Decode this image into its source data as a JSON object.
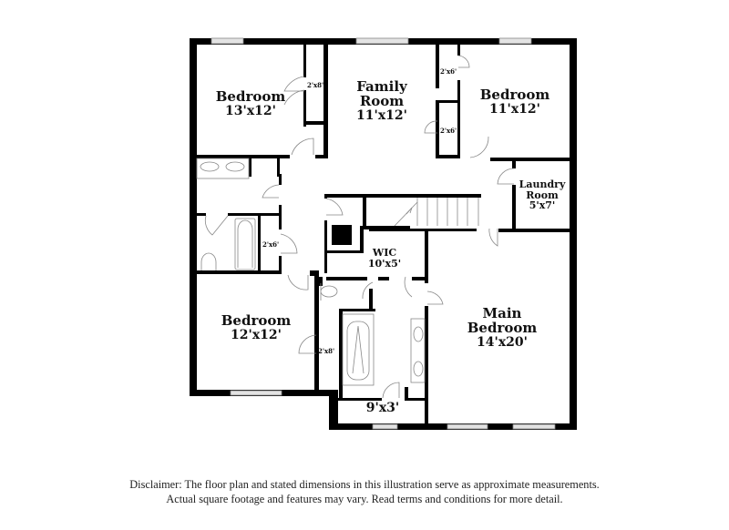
{
  "floorplan": {
    "rooms": [
      {
        "id": "bedroom-nw",
        "name": "Bedroom",
        "dimensions": "13'x12'"
      },
      {
        "id": "family-room",
        "name": "Family Room",
        "name_line1": "Family",
        "name_line2": "Room",
        "dimensions": "11'x12'"
      },
      {
        "id": "bedroom-ne",
        "name": "Bedroom",
        "dimensions": "11'x12'"
      },
      {
        "id": "laundry-room",
        "name": "Laundry Room",
        "name_line1": "Laundry",
        "name_line2": "Room",
        "dimensions": "5'x7'"
      },
      {
        "id": "wic",
        "name": "WIC",
        "dimensions": "10'x5'"
      },
      {
        "id": "bedroom-sw",
        "name": "Bedroom",
        "dimensions": "12'x12'"
      },
      {
        "id": "main-bedroom",
        "name": "Main Bedroom",
        "name_line1": "Main",
        "name_line2": "Bedroom",
        "dimensions": "14'x20'"
      },
      {
        "id": "closet-9x3",
        "name": "",
        "dimensions": "9'x3'"
      }
    ],
    "closets": [
      {
        "id": "closet-nw",
        "label": "2'x8'"
      },
      {
        "id": "closet-ne-top",
        "label": "2'x6'"
      },
      {
        "id": "closet-ne-bottom",
        "label": "2'x6'"
      },
      {
        "id": "closet-hall",
        "label": "2'x6'"
      },
      {
        "id": "closet-sw",
        "label": "2'x8'"
      }
    ],
    "colors": {
      "wall": "#000000",
      "window": "#d9d9d9",
      "fixture_line": "#888888",
      "background": "#ffffff"
    }
  },
  "disclaimer": {
    "line1": "Disclaimer: The floor plan and stated dimensions in this illustration serve as approximate measurements.",
    "line2": "Actual square footage and features may vary. Read terms and conditions for more detail."
  }
}
